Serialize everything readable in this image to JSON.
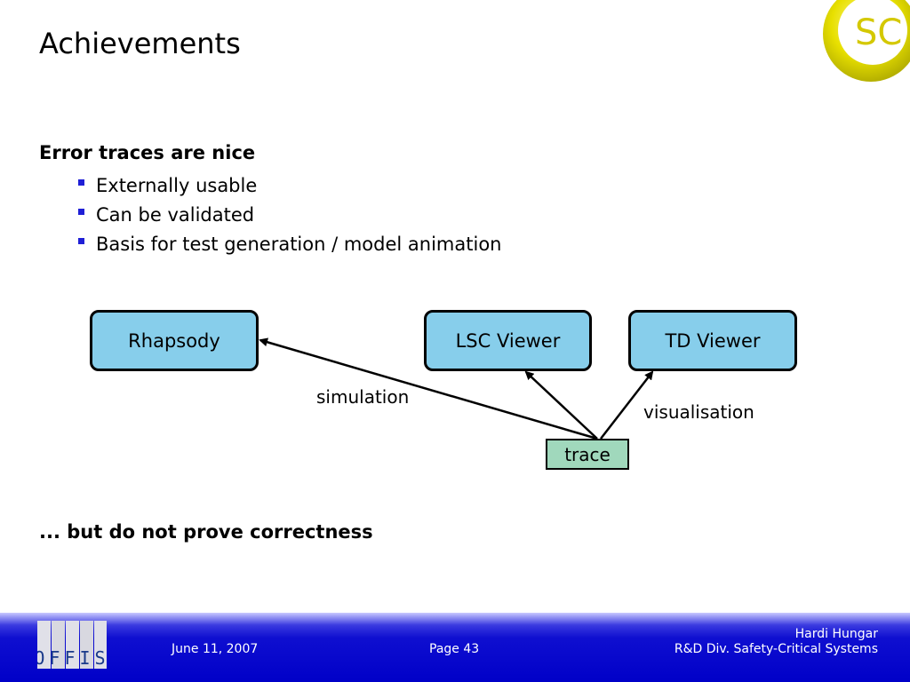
{
  "slide": {
    "title": "Achievements"
  },
  "content": {
    "heading1": "Error traces are nice",
    "bullets": [
      "Externally usable",
      "Can be validated",
      "Basis for test generation / model animation"
    ],
    "heading2": "... but do not prove correctness"
  },
  "diagram": {
    "nodes": {
      "rhapsody": "Rhapsody",
      "lsc_viewer": "LSC Viewer",
      "td_viewer": "TD Viewer",
      "trace": "trace"
    },
    "edge_labels": {
      "simulation": "simulation",
      "visualisation": "visualisation"
    },
    "colors": {
      "node_fill": "#87ceeb",
      "trace_fill": "#a0d8bc"
    }
  },
  "logos": {
    "sc": "SC",
    "offis": "OFFIS"
  },
  "footer": {
    "date": "June 11, 2007",
    "page": "Page 43",
    "author": "Hardi Hungar",
    "division": "R&D Div. Safety-Critical Systems"
  }
}
